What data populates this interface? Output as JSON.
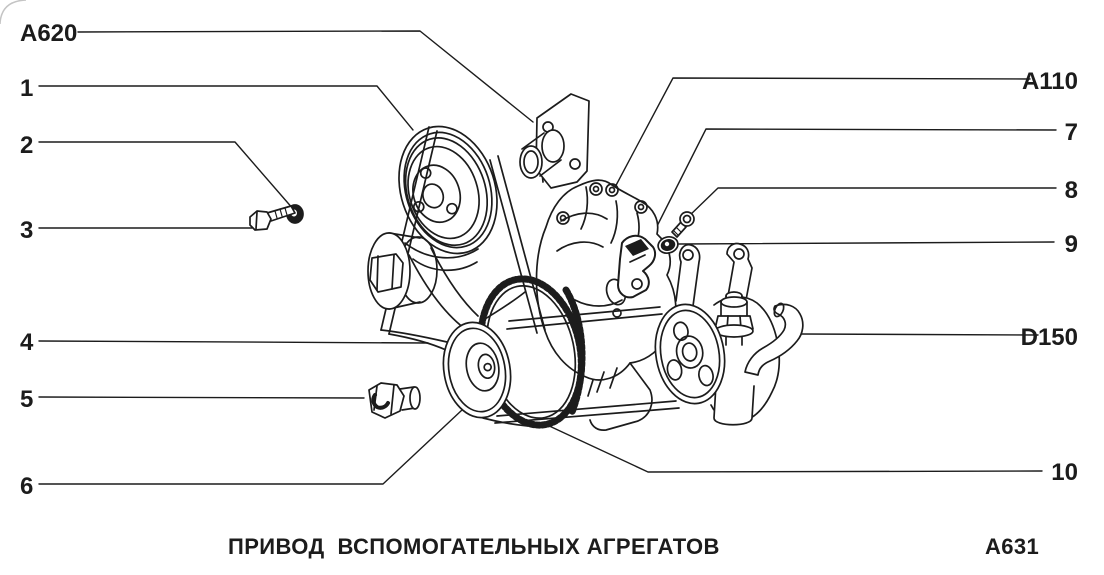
{
  "page": {
    "background": "#ffffff",
    "ink": "#1c1c1c"
  },
  "callouts": {
    "left": [
      {
        "label": "A620"
      },
      {
        "label": "1"
      },
      {
        "label": "2"
      },
      {
        "label": "3"
      },
      {
        "label": "4"
      },
      {
        "label": "5"
      },
      {
        "label": "6"
      }
    ],
    "right": [
      {
        "label": "A110"
      },
      {
        "label": "7"
      },
      {
        "label": "8"
      },
      {
        "label": "9"
      },
      {
        "label": "D150"
      },
      {
        "label": "10"
      }
    ]
  },
  "caption": {
    "title": "ПРИВОД  ВСПОМОГАТЕЛЬНЫХ АГРЕГАТОВ",
    "code": "A631"
  }
}
